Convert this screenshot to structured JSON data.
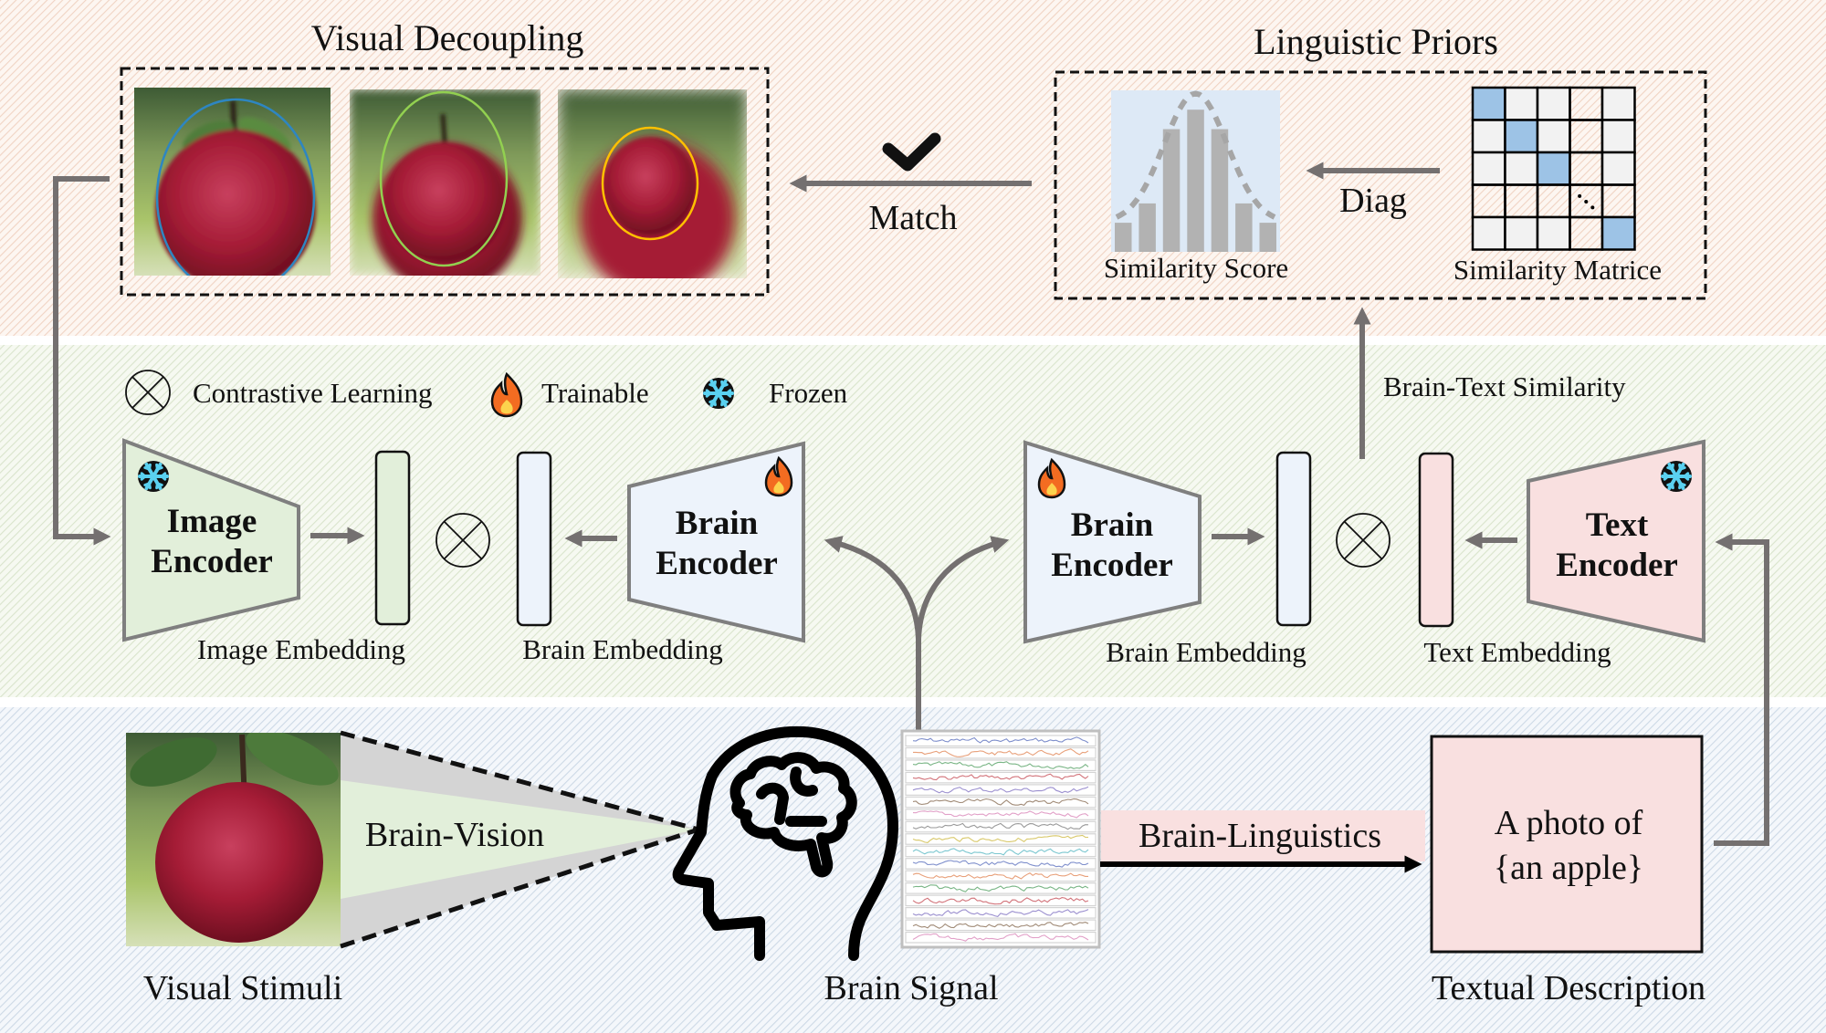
{
  "sections": {
    "top": {
      "visual_decoupling": {
        "title": "Visual Decoupling",
        "images": [
          {
            "subject": "apple photo",
            "highlight": "full apple",
            "ellipse_color": "#2e86c1"
          },
          {
            "subject": "apple photo (background blurred)",
            "highlight": "apple body",
            "ellipse_color": "#92d050"
          },
          {
            "subject": "apple photo (heavily blurred)",
            "highlight": "apple core region",
            "ellipse_color": "#ffc000"
          }
        ]
      },
      "match": {
        "label": "Match",
        "icon": "check-icon"
      },
      "linguistic_priors": {
        "title": "Linguistic Priors",
        "diag_label": "Diag",
        "similarity_score_label": "Similarity Score",
        "similarity_matrix_label": "Similarity Matrice",
        "ellipsis": "⋱"
      }
    },
    "middle": {
      "legend": [
        {
          "icon": "contrastive-learning-icon",
          "label": "Contrastive Learning"
        },
        {
          "icon": "fire-icon",
          "label": "Trainable"
        },
        {
          "icon": "snowflake-icon",
          "label": "Frozen"
        }
      ],
      "brain_text_similarity": "Brain-Text Similarity",
      "image_encoder": {
        "line1": "Image",
        "line2": "Encoder",
        "status": "Frozen"
      },
      "brain_encoder_left": {
        "line1": "Brain",
        "line2": "Encoder",
        "status": "Trainable"
      },
      "brain_encoder_right": {
        "line1": "Brain",
        "line2": "Encoder",
        "status": "Trainable"
      },
      "text_encoder": {
        "line1": "Text",
        "line2": "Encoder",
        "status": "Frozen"
      },
      "image_embedding_label": "Image Embedding",
      "brain_embedding_left_label": "Brain Embedding",
      "brain_embedding_right_label": "Brain Embedding",
      "text_embedding_label": "Text Embedding"
    },
    "bottom": {
      "visual_stimuli_label": "Visual Stimuli",
      "brain_vision_label": "Brain-Vision",
      "brain_signal_label": "Brain Signal",
      "brain_linguistics_label": "Brain-Linguistics",
      "text_description": {
        "line1": "A photo of",
        "line2": "{an apple}"
      },
      "textual_description_label": "Textual Description",
      "eeg_channel_count": 17
    }
  },
  "colors": {
    "band_top": "#fbeee6",
    "band_middle": "#eef3e6",
    "band_bottom": "#e8eef5",
    "arrow_gray": "#747070",
    "image_encoder_fill": "#e2efda",
    "brain_encoder_fill": "#edf3fb",
    "text_encoder_fill": "#f9e0e0",
    "matrix_diag": "#9dc3e6",
    "matrix_cell": "#f2f2f2",
    "chart_bg": "#dde9f6",
    "chart_bar": "#b2b2b2"
  },
  "chart_data": {
    "type": "bar",
    "title": "Similarity Score",
    "categories": [
      "1",
      "2",
      "3",
      "4",
      "5",
      "6",
      "7"
    ],
    "values": [
      0.18,
      0.3,
      0.76,
      0.88,
      0.76,
      0.3,
      0.18
    ],
    "overlay": "dashed gaussian curve",
    "xlabel": "",
    "ylabel": "",
    "ylim": [
      0,
      1
    ],
    "grid": false
  },
  "matrix": {
    "size": 5,
    "diagonal_highlight": [
      [
        0,
        0
      ],
      [
        1,
        1
      ],
      [
        2,
        2
      ],
      [
        4,
        4
      ]
    ],
    "blank_cells": [
      [
        0,
        3
      ],
      [
        1,
        3
      ],
      [
        2,
        3
      ],
      [
        3,
        0
      ],
      [
        3,
        1
      ],
      [
        3,
        2
      ],
      [
        3,
        3
      ],
      [
        3,
        4
      ],
      [
        4,
        3
      ]
    ],
    "ellipsis_cell": [
      3,
      3
    ]
  }
}
